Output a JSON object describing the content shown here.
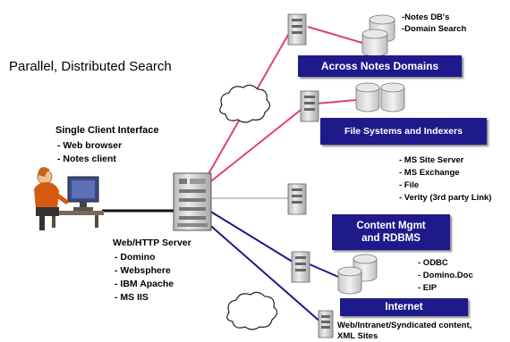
{
  "title": "Parallel, Distributed Search",
  "client": {
    "heading": "Single Client Interface",
    "items": [
      "- Web browser",
      "- Notes client"
    ]
  },
  "server": {
    "heading": "Web/HTTP Server",
    "items": [
      "- Domino",
      "- Websphere",
      "- IBM Apache",
      "- MS IIS"
    ]
  },
  "boxes": {
    "notes_domains": "Across Notes Domains",
    "file_systems": "File Systems and Indexers",
    "content_mgmt_line1": "Content Mgmt",
    "content_mgmt_line2": "and RDBMS",
    "internet": "Internet"
  },
  "notes_db": [
    "-Notes DB's",
    "-Domain Search"
  ],
  "file_items": [
    "- MS Site Server",
    "- MS Exchange",
    "- File",
    "- Verity (3rd party Link)"
  ],
  "rdbms_items": [
    "- ODBC",
    "- Domino.Doc",
    "- EIP"
  ],
  "internet_items": [
    "Web/Intranet/Syndicated content,",
    "XML Sites"
  ],
  "colors": {
    "box_fill": "#1f1a8c",
    "line_pink": "#e0407a",
    "line_blue": "#1a1a8a",
    "line_gray": "#c8c8c8"
  }
}
